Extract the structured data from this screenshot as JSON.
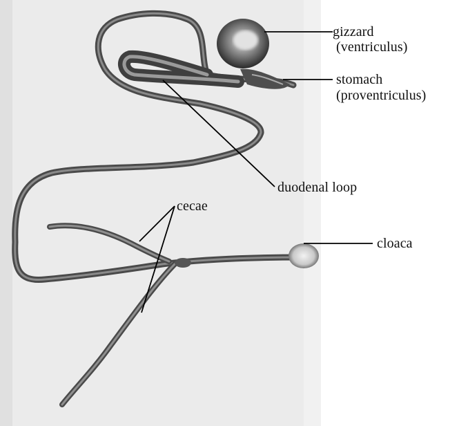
{
  "labels": {
    "gizzard": "gizzard",
    "gizzard_alt": "(ventriculus)",
    "stomach": "stomach",
    "stomach_alt": "(proventriculus)",
    "duodenal_loop": "duodenal loop",
    "cecae": "cecae",
    "cloaca": "cloaca"
  }
}
